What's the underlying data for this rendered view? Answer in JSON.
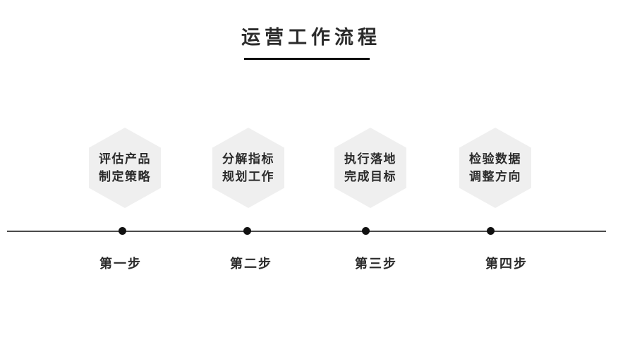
{
  "title": {
    "text": "运营工作流程"
  },
  "steps": [
    {
      "hex_line1": "评估产品",
      "hex_line2": "制定策略",
      "label": "第一步"
    },
    {
      "hex_line1": "分解指标",
      "hex_line2": "规划工作",
      "label": "第二步"
    },
    {
      "hex_line1": "执行落地",
      "hex_line2": "完成目标",
      "label": "第三步"
    },
    {
      "hex_line1": "检验数据",
      "hex_line2": "调整方向",
      "label": "第四步"
    }
  ],
  "colors": {
    "background": "#ffffff",
    "hexagon_fill": "#efefef",
    "text": "#2b2b2b",
    "timeline": "#4b4b4b",
    "dot": "#111111"
  }
}
